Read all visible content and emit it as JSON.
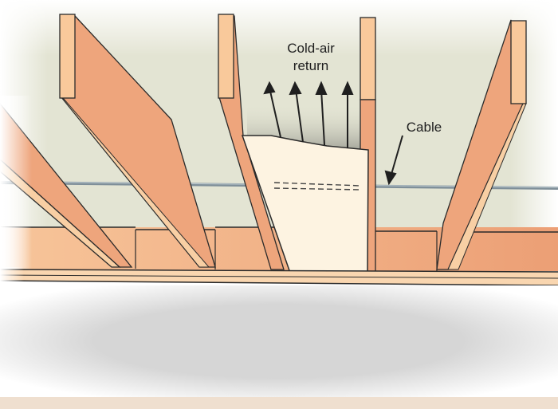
{
  "diagram": {
    "subject": "Ceiling joists with cold-air return and cable run",
    "labels": {
      "cold_air_line1": "Cold-air",
      "cold_air_line2": "return",
      "cable": "Cable"
    },
    "colors": {
      "wall": "#e3e4d3",
      "joist_face": "#eea57c",
      "joist_edge": "#f8cfa4",
      "joist_end": "#f9c99b",
      "duct_panel": "#fdf3e1",
      "cable": "#8a9aa4",
      "outline": "#2a2a2a",
      "floor_shadow": "#d8d8d8",
      "footer_band": "#efdfcf"
    }
  }
}
